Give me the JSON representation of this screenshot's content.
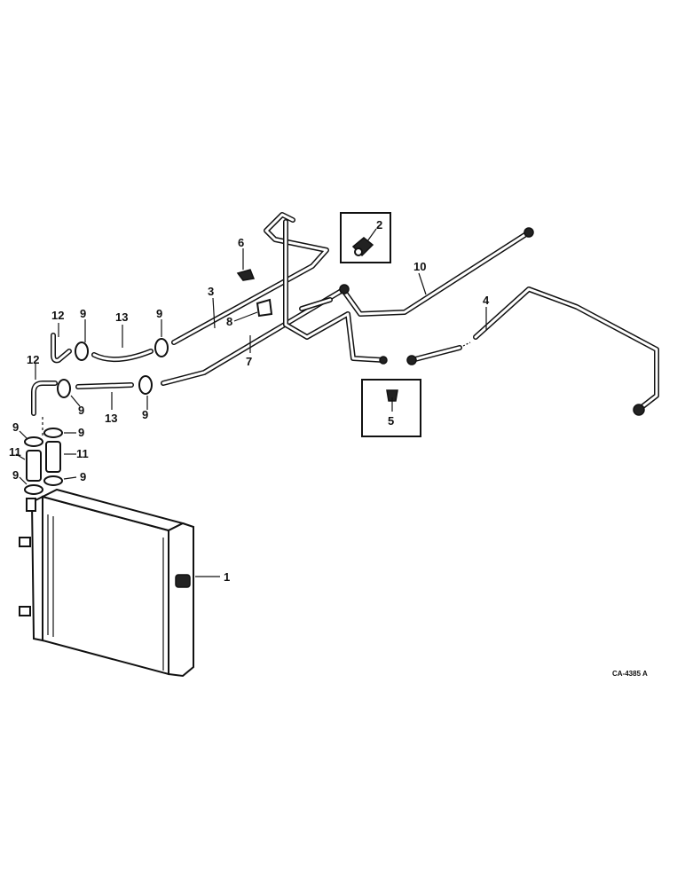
{
  "diagram": {
    "drawing_code": "CA-4385 A",
    "callouts": {
      "heater_core": "1",
      "fitting_inset_top": "2",
      "tube_3": "3",
      "tube_4": "4",
      "fitting_inset_bottom": "5",
      "clip_6": "6",
      "tube_7": "7",
      "clip_8": "8",
      "clamp_upper_left": "9",
      "clamp_upper_right": "9",
      "clamp_lower_left": "9",
      "clamp_lower_right": "9",
      "clamp_stack_1_left": "9",
      "clamp_stack_1_right": "9",
      "clamp_stack_2_left": "9",
      "clamp_stack_2_right": "9",
      "tube_10": "10",
      "hose_11_left": "11",
      "hose_11_right": "11",
      "elbow_12_upper": "12",
      "elbow_12_lower": "12",
      "hose_13_upper": "13",
      "hose_13_lower": "13"
    }
  }
}
